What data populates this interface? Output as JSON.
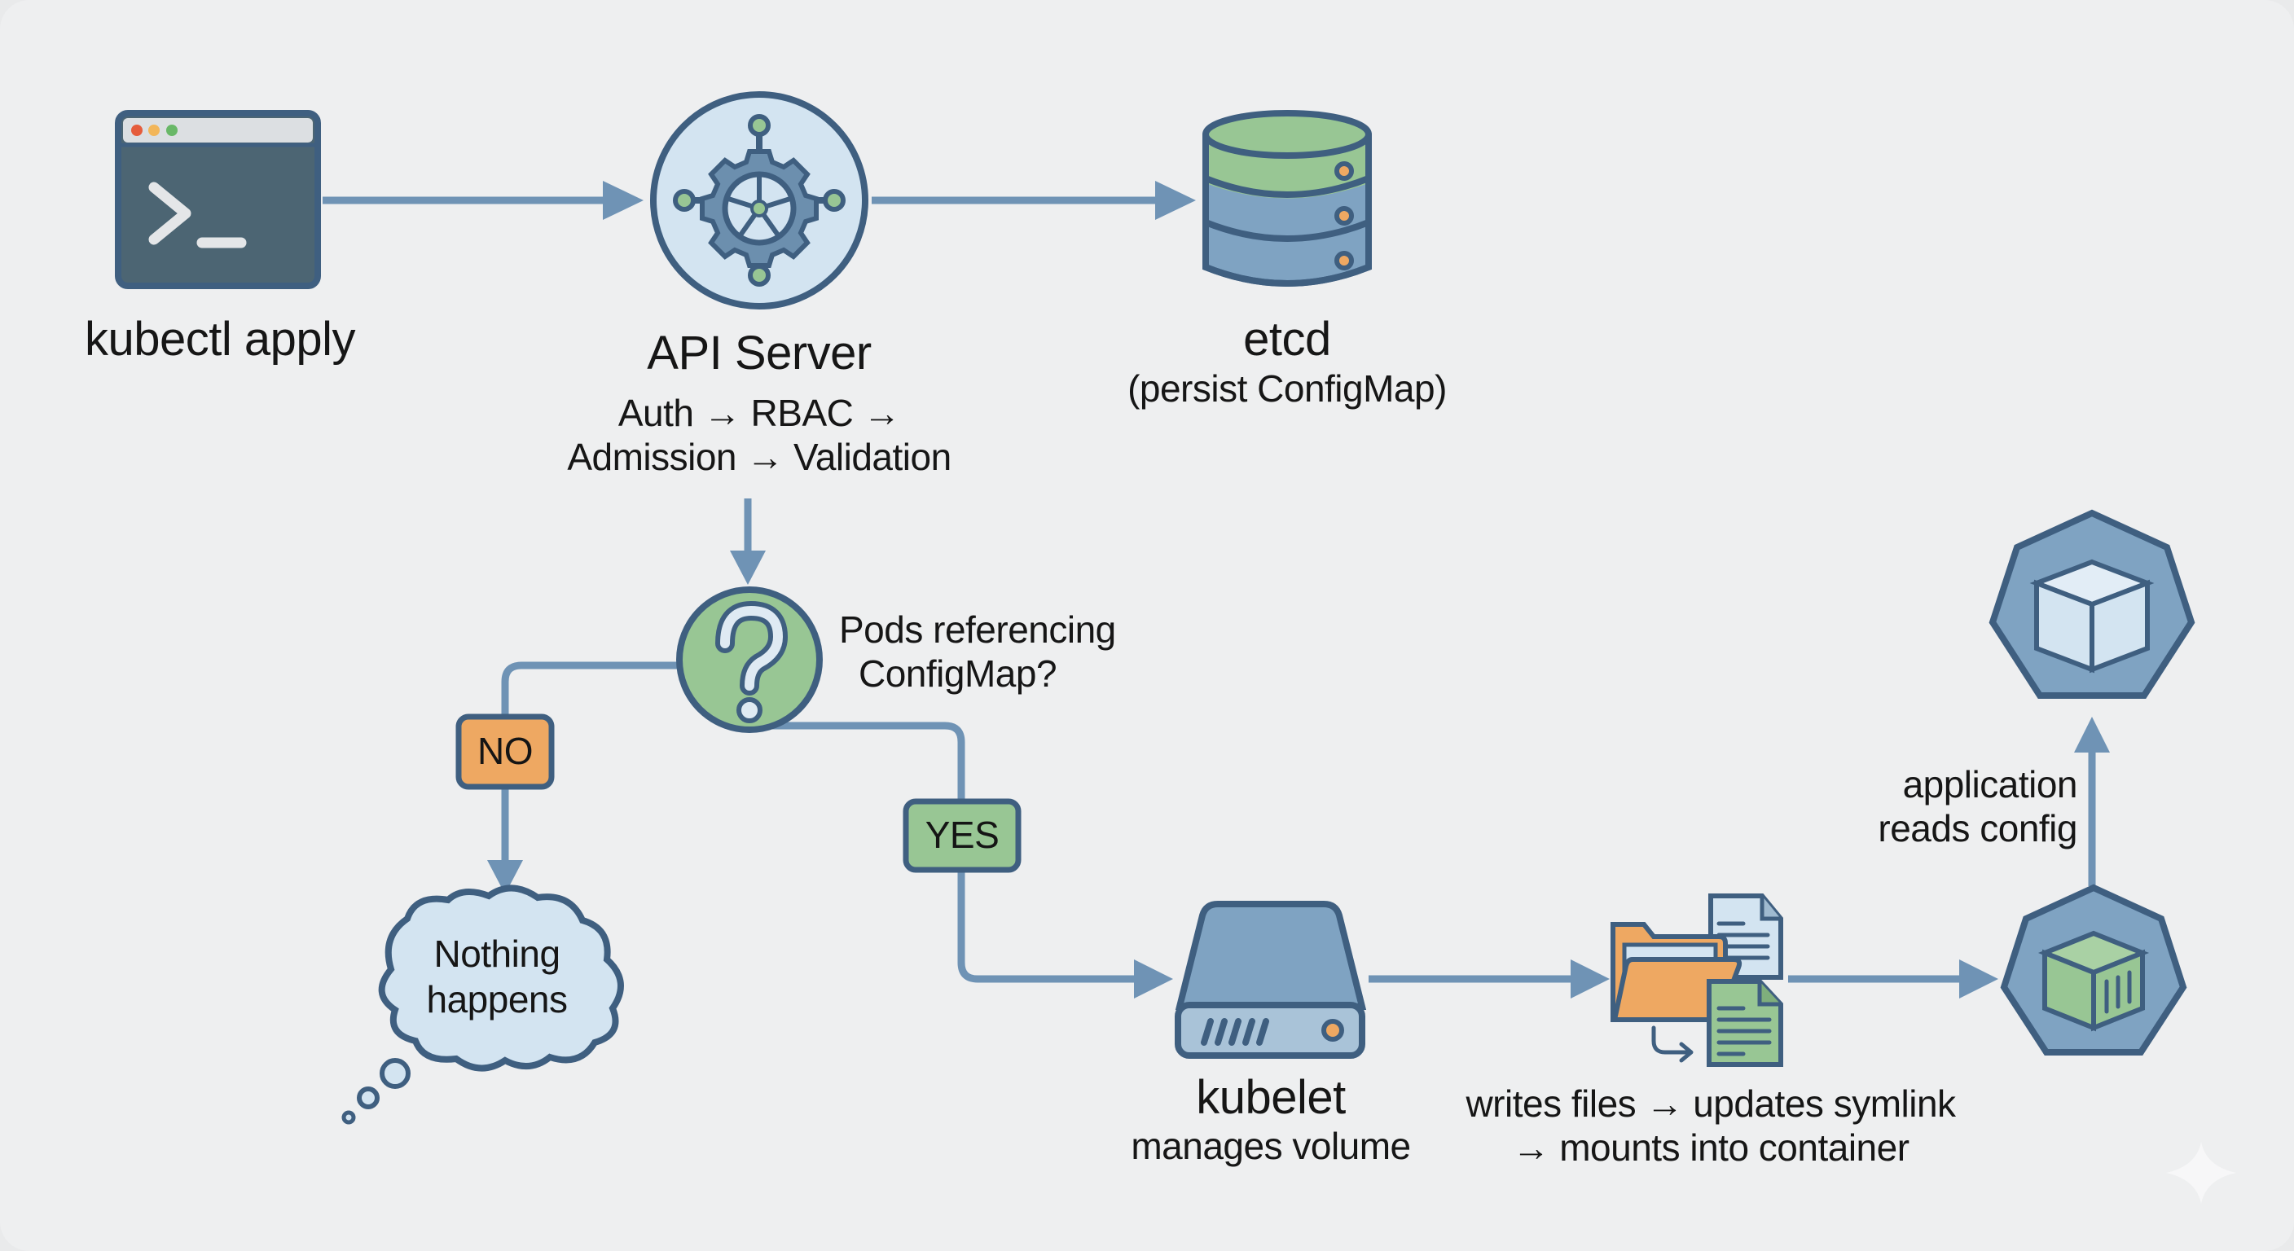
{
  "diagram": {
    "nodes": {
      "kubectl": {
        "label": "kubectl apply",
        "icon": "terminal-icon"
      },
      "api_server": {
        "label": "API Server",
        "steps_line1": "Auth → RBAC →",
        "steps_line2": "Admission → Validation",
        "icon": "gear-network-icon"
      },
      "etcd": {
        "label": "etcd",
        "sublabel": "(persist ConfigMap)",
        "icon": "database-icon"
      },
      "decision": {
        "question_line1": "Pods referencing",
        "question_line2": "ConfigMap?",
        "icon": "question-icon"
      },
      "no_branch": {
        "label": "NO"
      },
      "yes_branch": {
        "label": "YES"
      },
      "nothing": {
        "line1": "Nothing",
        "line2": "happens",
        "icon": "thought-cloud-icon"
      },
      "kubelet": {
        "label": "kubelet",
        "sublabel": "manages volume",
        "icon": "hard-drive-icon"
      },
      "files": {
        "line1": "writes files → updates symlink",
        "line2": "→ mounts into container",
        "icon": "folder-files-icon"
      },
      "container": {
        "icon": "container-pod-icon"
      },
      "application": {
        "icon": "cube-pod-icon"
      },
      "app_edge": {
        "line1": "application",
        "line2": "reads config"
      }
    },
    "colors": {
      "background": "#eeeff0",
      "stroke": "#3f5f80",
      "arrow": "#6f93b5",
      "light_blue": "#d3e4f1",
      "mid_blue": "#7fa3c2",
      "green": "#98c694",
      "orange": "#eea862",
      "terminal": "#4c6573"
    }
  }
}
